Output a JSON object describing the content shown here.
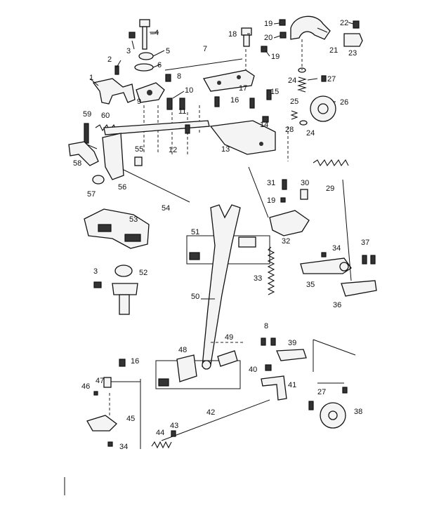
{
  "labels": {
    "l1": "1",
    "l2": "2",
    "l3a": "3",
    "l3b": "3",
    "l4": "4",
    "l5": "5",
    "l6": "6",
    "l7": "7",
    "l8a": "8",
    "l8b": "8",
    "l9": "9",
    "l10": "10",
    "l11": "11",
    "l12": "12",
    "l13": "13",
    "l14": "14",
    "l15": "15",
    "l16a": "16",
    "l16b": "16",
    "l17": "17",
    "l18": "18",
    "l19a": "19",
    "l19b": "19",
    "l19c": "19",
    "l20": "20",
    "l21": "21",
    "l22": "22",
    "l23": "23",
    "l24a": "24",
    "l24b": "24",
    "l25": "25",
    "l26": "26",
    "l27a": "27",
    "l27b": "27",
    "l28": "28",
    "l29": "29",
    "l30": "30",
    "l31": "31",
    "l32": "32",
    "l33": "33",
    "l34a": "34",
    "l34b": "34",
    "l35": "35",
    "l36": "36",
    "l37": "37",
    "l38": "38",
    "l39": "39",
    "l40": "40",
    "l41": "41",
    "l42": "42",
    "l43": "43",
    "l44": "44",
    "l45": "45",
    "l46": "46",
    "l47": "47",
    "l48": "48",
    "l49": "49",
    "l50": "50",
    "l51": "51",
    "l52": "52",
    "l53": "53",
    "l54": "54",
    "l55": "55",
    "l56": "56",
    "l57": "57",
    "l58": "58",
    "l59": "59",
    "l60": "60"
  }
}
